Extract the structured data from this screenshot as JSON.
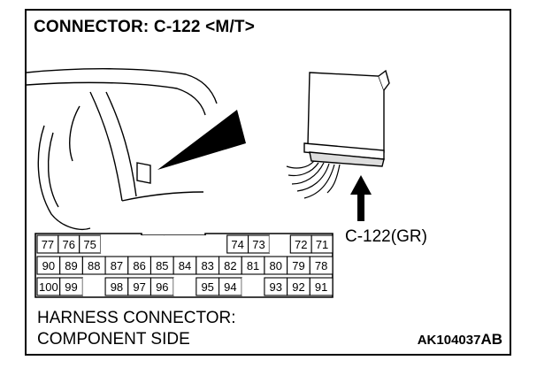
{
  "title": "CONNECTOR: C-122 <M/T>",
  "connector_label": "C-122(GR)",
  "harness_line1": "HARNESS CONNECTOR:",
  "harness_line2": "COMPONENT SIDE",
  "figure_code_main": "AK104037",
  "figure_code_suffix": "AB",
  "pins": {
    "row1": [
      "77",
      "76",
      "75",
      "",
      "",
      "",
      "",
      "",
      "",
      "74",
      "73",
      "",
      "72",
      "71"
    ],
    "row2": [
      "90",
      "89",
      "88",
      "87",
      "86",
      "85",
      "84",
      "83",
      "82",
      "81",
      "80",
      "79",
      "78"
    ],
    "row3": [
      "100",
      "99",
      "",
      "98",
      "97",
      "96",
      "",
      "95",
      "94",
      "",
      "93",
      "92",
      "91"
    ]
  }
}
